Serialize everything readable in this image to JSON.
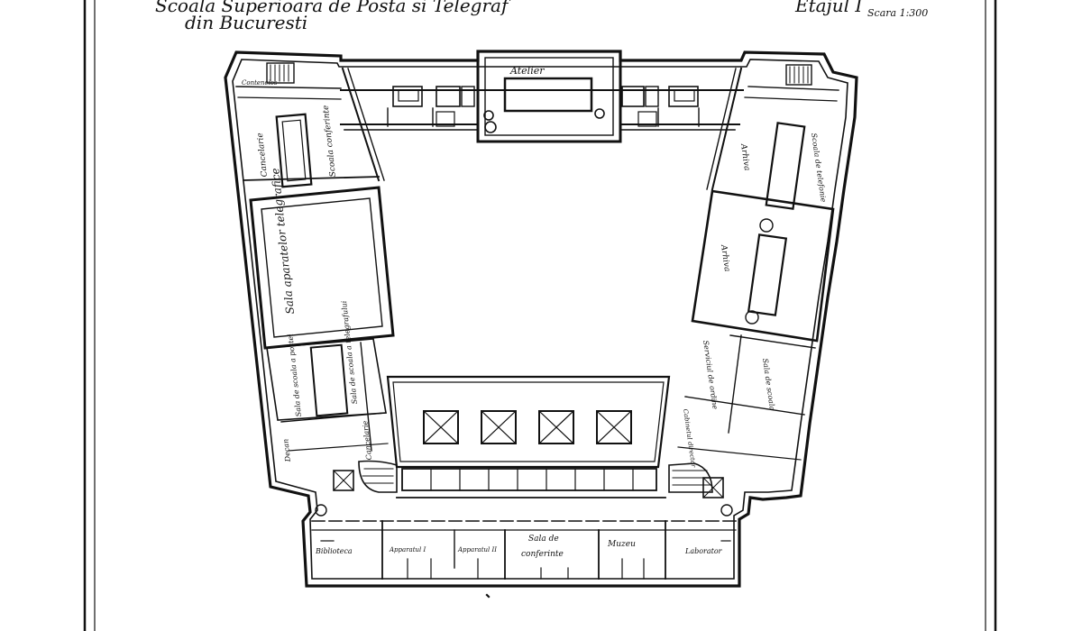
{
  "header": {
    "left_line1": "Scoala Superioara de Posta si Telegraf",
    "left_line2": "din Bucuresti",
    "right_line1": "Etajul I",
    "right_line2": "Scara 1:300"
  },
  "rooms": {
    "atelier": "Atelier",
    "contencios": "Contencios",
    "cantina_cabinet": "Cancelarie",
    "scoala_de_conferinte_left": "Scoala conferinte",
    "sala_aparatelor": "Sala aparatelor telegrafice",
    "sala_de_scoala_post": "Sala de scoala a postei",
    "sala_de_scoala_tel": "Sala de scoala a telegrafului",
    "decan": "Decan",
    "cancelarie": "Cancelarie",
    "biblioteca": "Biblioteca",
    "apparatul_i": "Apparatul I",
    "apparatul_ii": "Apparatul II",
    "sala_de_conferinte_line1": "Sala de",
    "sala_de_conferinte_line2": "conferinte",
    "muzeu": "Muzeu",
    "laborator": "Laborator",
    "arhiva_right": "Arhiva",
    "scoala_de_radio": "Scoala de telefonie",
    "arhiva2": "Arhiva",
    "serviciul_de_ordine": "Serviciul de ordine",
    "sala_de_scoala_right": "Sala de scoala",
    "sala_cabinet_right": "Cabinetul director"
  },
  "colors": {
    "ink": "#111111",
    "paper": "#ffffff"
  }
}
